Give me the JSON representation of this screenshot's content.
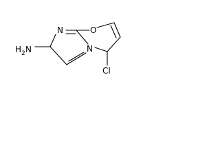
{
  "structure": {
    "atoms": {
      "O": "O",
      "N_imine": "N",
      "N_bridge": "N",
      "Cl": "Cl",
      "NH2_main": "H",
      "NH2_sub": "2",
      "NH2_N": "N"
    }
  }
}
